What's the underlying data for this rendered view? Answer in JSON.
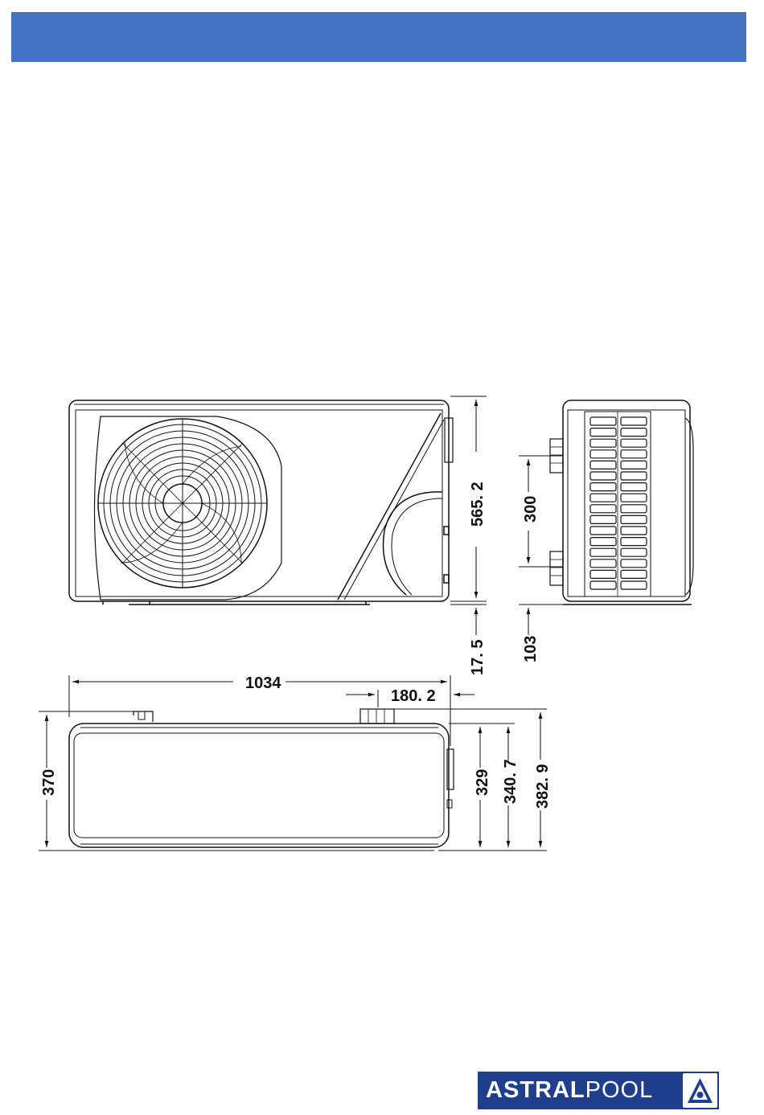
{
  "dimensions": {
    "width_1034": "1034",
    "offset_180_2": "180. 2",
    "height_565_2": "565. 2",
    "foot_17_5": "17. 5",
    "spacing_300": "300",
    "foot_103": "103",
    "depth_370": "370",
    "depth_329": "329",
    "depth_340_7": "340. 7",
    "depth_382_9": "382. 9"
  },
  "logo": {
    "text_bold": "ASTRAL",
    "text_light": "POOL",
    "registered": "®"
  },
  "colors": {
    "header": "#4472c4",
    "logo_bg": "#1f3e8c"
  }
}
